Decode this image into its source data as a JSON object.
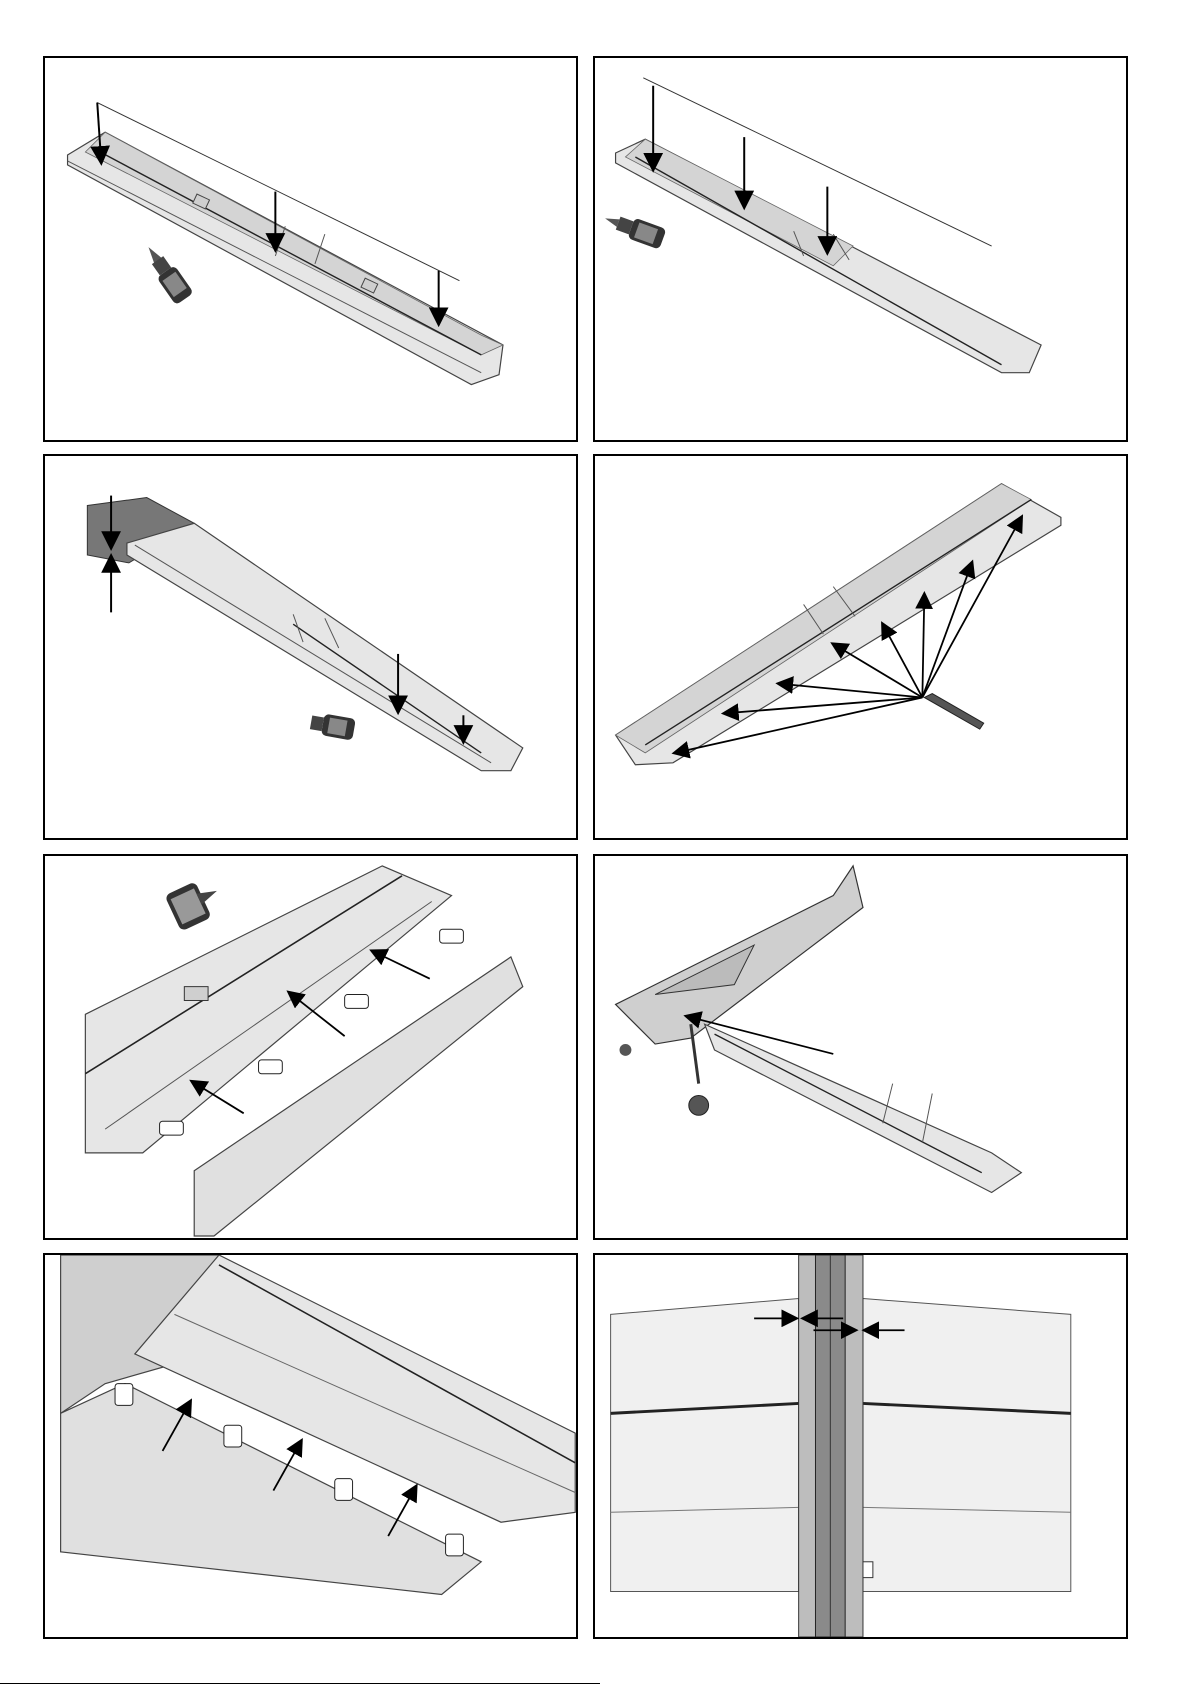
{
  "page": {
    "panels": [
      {
        "id": "p1",
        "name": "wing-tip-glue-step"
      },
      {
        "id": "p2",
        "name": "wing-spar-glue-step"
      },
      {
        "id": "p3",
        "name": "wing-root-press-step"
      },
      {
        "id": "p4",
        "name": "hinge-slot-insert-step"
      },
      {
        "id": "p5",
        "name": "aileron-hinge-step"
      },
      {
        "id": "p6",
        "name": "wing-fuselage-fit-step"
      },
      {
        "id": "p7",
        "name": "aileron-hinge-closeup-step"
      },
      {
        "id": "p8",
        "name": "center-alignment-step"
      }
    ],
    "colors": {
      "border": "#000000",
      "wing_fill": "#e6e6e6",
      "wing_shade": "#cfcfcf",
      "line": "#444444"
    },
    "icons": [
      "glue-bottle-icon",
      "arrow-icon",
      "hinge-icon",
      "hinge-tool-icon"
    ]
  }
}
